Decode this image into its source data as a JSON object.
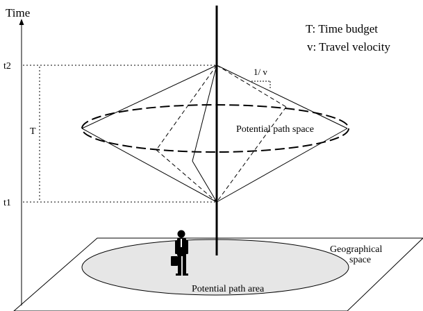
{
  "axis": {
    "label": "Time",
    "t1": "t1",
    "t2": "t2",
    "t": "T"
  },
  "legend": {
    "line1": "T: Time budget",
    "line2": "v: Travel velocity"
  },
  "labels": {
    "slope": "1/ v",
    "prism": "Potential path space",
    "area": "Potential path area",
    "geo_line1": "Geographical",
    "geo_line2": "space"
  },
  "colors": {
    "ink": "#000000",
    "area_fill": "#e6e6e6",
    "background": "#ffffff"
  }
}
